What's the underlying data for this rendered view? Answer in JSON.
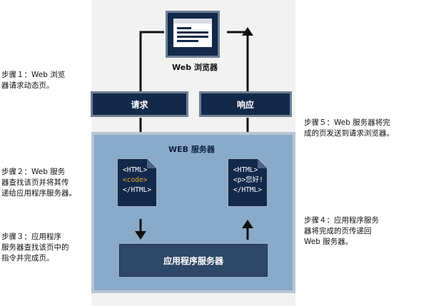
{
  "steps": {
    "step1": [
      "步骤１：Web 浏览",
      "器请求动态页。"
    ],
    "step2": [
      "步骤２：Web 服务",
      "器查找该页并将其传",
      "递给应用程序服务器。"
    ],
    "step3": [
      "步骤３：应用程序",
      "服务器查找该页中的",
      "指令并完成页。"
    ],
    "step4": [
      "步骤４：应用程序服务",
      "器将完成的页传递回",
      "Web 服务器。"
    ],
    "step5": [
      "步骤５：Web 服务器将完",
      "成的页发送到请求浏览器。"
    ]
  },
  "diagram": {
    "browser_label": "Web 浏览器",
    "request_label": "请求",
    "response_label": "响应",
    "web_server_label": "WEB 服务器",
    "app_server_label": "应用程序服务器",
    "doc_left": [
      "<HTML>",
      "<code>",
      "</HTML>"
    ],
    "doc_right": [
      "<HTML>",
      "<p>您好!",
      "</HTML>"
    ]
  },
  "colors": {
    "navy": "#12294a",
    "server_fill": "#8aaac9",
    "code_accent": "#f0a030"
  }
}
